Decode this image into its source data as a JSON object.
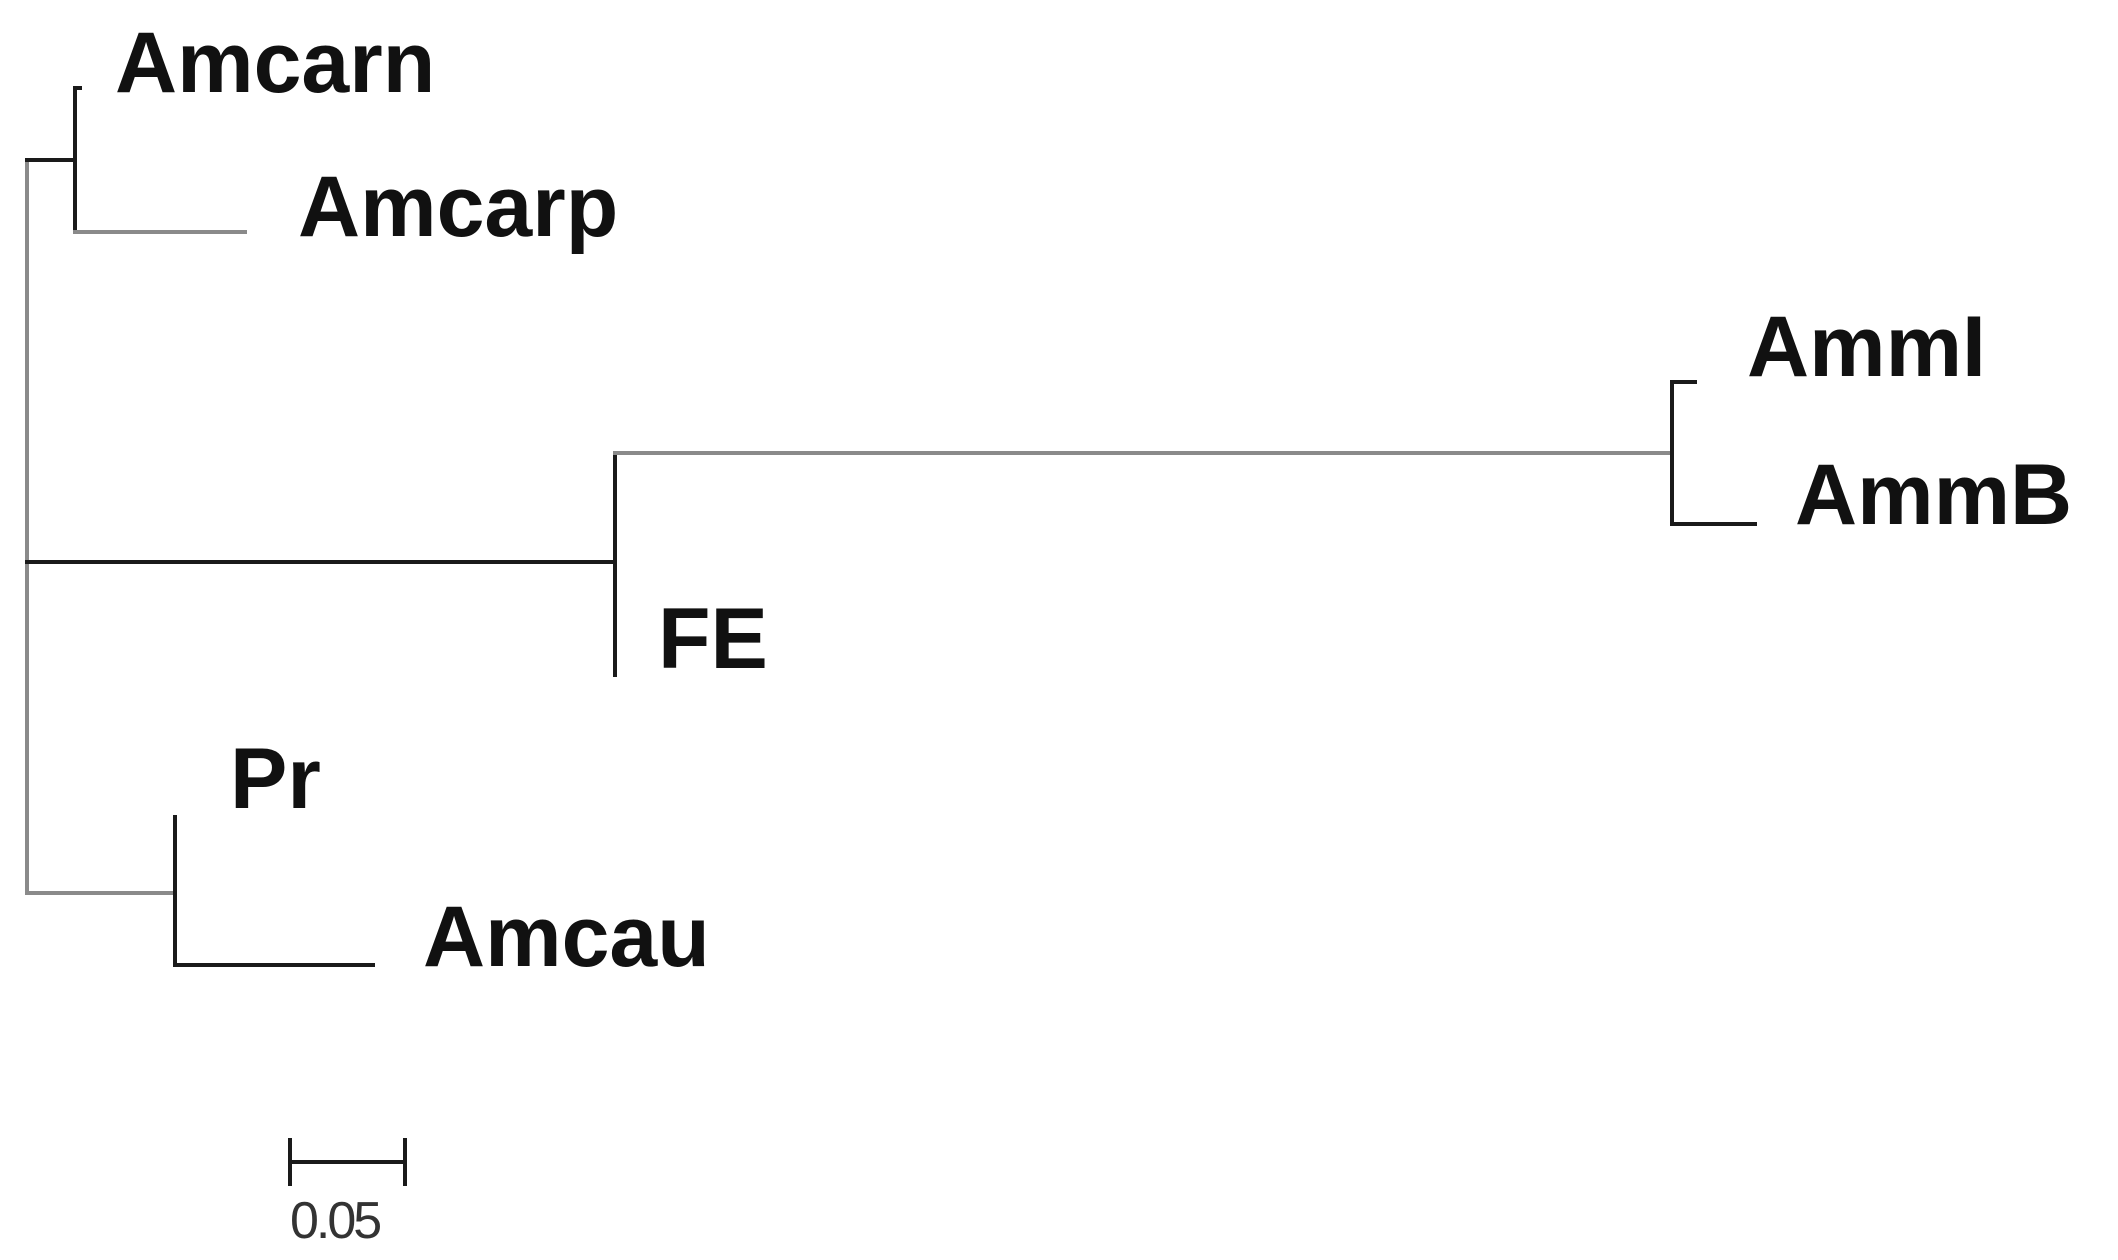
{
  "tree": {
    "taxa": [
      {
        "id": "amcarn",
        "label": "Amcarn"
      },
      {
        "id": "amcarp",
        "label": "Amcarp"
      },
      {
        "id": "amml",
        "label": "AmmI"
      },
      {
        "id": "ammb",
        "label": "AmmB"
      },
      {
        "id": "fe",
        "label": "FE"
      },
      {
        "id": "pr",
        "label": "Pr"
      },
      {
        "id": "amcau",
        "label": "Amcau"
      }
    ],
    "scale_bar": {
      "label": "0.05"
    }
  },
  "colors": {
    "branch_dark": "#1a1a1a",
    "branch_grey": "#8a8a8a",
    "label": "#111111"
  }
}
